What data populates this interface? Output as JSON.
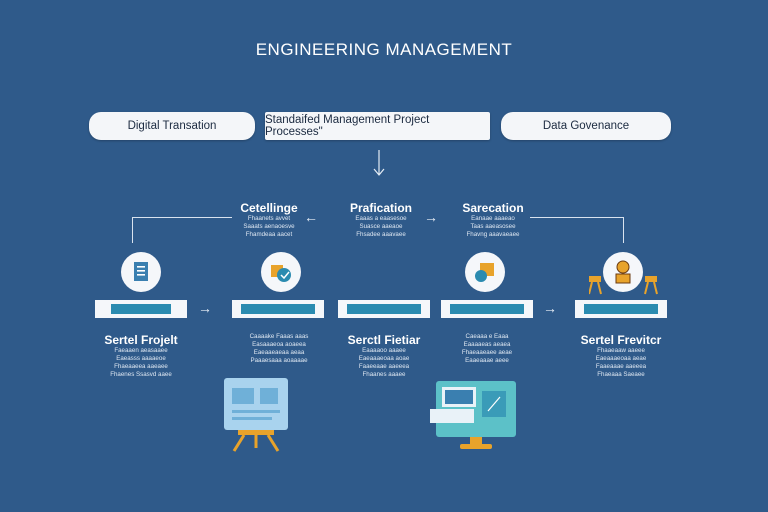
{
  "title": "ENGINEERING MANAGEMENT",
  "top_boxes": [
    "Digital Transation",
    "Standaifed Management Project Processes\"",
    "Data Govenance"
  ],
  "stages": [
    {
      "label": "Cetellinge",
      "lines": [
        "Fhaanets avvet",
        "Saaats aenaoesve",
        "Fhamdeaa aacet"
      ]
    },
    {
      "label": "Prafication",
      "lines": [
        "Eaaas a eaasesoe",
        "Suasce aaeaoe",
        "Fhsadee aaavaee"
      ]
    },
    {
      "label": "Sarecation",
      "lines": [
        "Eanaae aaaeao",
        "Taas aaeasosee",
        "Fhavng aaavaeaee"
      ]
    }
  ],
  "bottom": [
    {
      "label": "Sertel Frojelt",
      "lines": [
        "Faeaaen aeasaaee",
        "Eaeasss aaaaeoe",
        "Fhaeaaeea aaeaee",
        "Fhaenes Ssasvd aaee"
      ]
    },
    {
      "label": "",
      "lines": [
        "Caaaake Faaas aaas",
        "Easaaaeoa aoaeea",
        "Eaeaaeaeaa aeaa",
        "Paaaesaaa aoaaaae"
      ]
    },
    {
      "label": "Serctl Fietiar",
      "lines": [
        "Eaaaaoo aaaee",
        "Eaeaaaeoaa aoae",
        "Faaeeaae aaeeea",
        "Fhaanes aaaee"
      ]
    },
    {
      "label": "",
      "lines": [
        "Caeaaa e Eaaa",
        "Eaaaaeas aeaea",
        "Fhaeaaeaee aeae",
        "Eaaeaaae aeee"
      ]
    },
    {
      "label": "Sertel Frevitcr",
      "lines": [
        "Fhaaeaaw aaeee",
        "Eaeaaaeoaa aeae",
        "Faaeaaae aaeeea",
        "Fhaeaaa Saeaee"
      ]
    }
  ],
  "colors": {
    "background": "#2f5a8a",
    "accent": "#2b8bb0",
    "card": "#f5f7fa",
    "orange": "#e8a32b"
  },
  "icons": [
    "document-icon",
    "audio-icon",
    "chat-icon",
    "person-icon",
    "presentation-board-icon",
    "monitor-icon"
  ]
}
